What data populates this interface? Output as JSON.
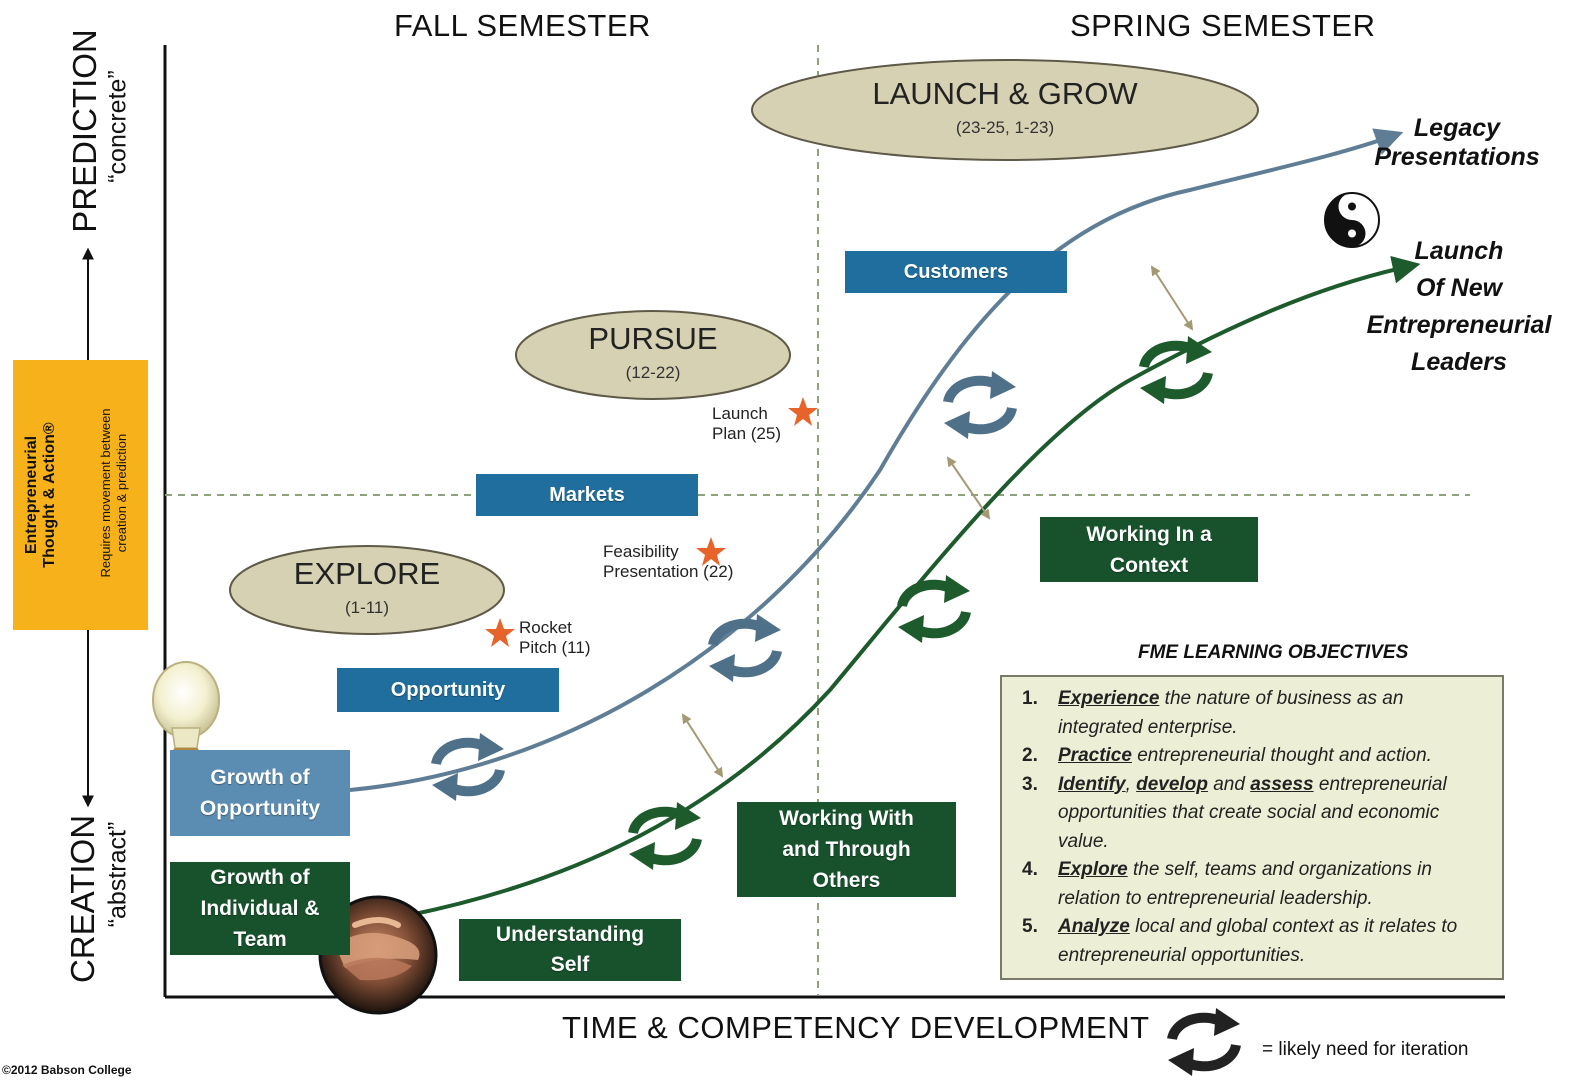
{
  "headers": {
    "fall": "FALL SEMESTER",
    "spring": "SPRING SEMESTER",
    "xaxis": "TIME & COMPETENCY  DEVELOPMENT"
  },
  "yaxis": {
    "top_main": "PREDICTION",
    "top_sub": "“concrete”",
    "bottom_main": "CREATION",
    "bottom_sub": "“abstract”",
    "side_box_line1": "Entrepreneurial",
    "side_box_line2": "Thought & Action®",
    "side_note_line1": "Requires movement between",
    "side_note_line2": "creation & prediction"
  },
  "phases": [
    {
      "name": "EXPLORE",
      "range": "(1-11)"
    },
    {
      "name": "PURSUE",
      "range": "(12-22)"
    },
    {
      "name": "LAUNCH & GROW",
      "range": "(23-25, 1-23)"
    }
  ],
  "blue_boxes": [
    "Opportunity",
    "Markets",
    "Customers"
  ],
  "green_boxes": [
    {
      "line1": "Understanding",
      "line2": "Self"
    },
    {
      "line1": "Working With",
      "line2": "and Through",
      "line3": "Others"
    },
    {
      "line1": "Working In a",
      "line2": "Context"
    }
  ],
  "left_boxes": {
    "opportunity_line1": "Growth of",
    "opportunity_line2": "Opportunity",
    "individual_line1": "Growth of",
    "individual_line2": "Individual &",
    "individual_line3": "Team"
  },
  "milestones": [
    {
      "line1": "Rocket",
      "line2": "Pitch (11)"
    },
    {
      "line1": "Feasibility",
      "line2": "Presentation (22)"
    },
    {
      "line1": "Launch",
      "line2": "Plan (25)"
    }
  ],
  "outcomes": {
    "legacy_line1": "Legacy",
    "legacy_line2": "Presentations",
    "launch_line1": "Launch",
    "launch_line2": "Of New",
    "launch_line3": "Entrepreneurial",
    "launch_line4": "Leaders"
  },
  "objectives": {
    "title": "FME LEARNING OBJECTIVES",
    "items": [
      {
        "num": "1.",
        "verb": "Experience",
        "rest": " the nature of business as an integrated enterprise."
      },
      {
        "num": "2.",
        "verb": "Practice",
        "rest": " entrepreneurial thought and action."
      },
      {
        "num": "3.",
        "verb": "Identify",
        "sep1": ", ",
        "verb2": "develop",
        "sep2": " and ",
        "verb3": "assess",
        "rest": " entrepreneurial opportunities that create social and economic value."
      },
      {
        "num": "4.",
        "verb": "Explore",
        "rest": " the self, teams and organizations in relation to entrepreneurial leadership."
      },
      {
        "num": "5.",
        "verb": "Analyze",
        "rest": " local and global context as it relates to entrepreneurial opportunities."
      }
    ]
  },
  "legend": "= likely need for iteration",
  "copyright": "©2012 Babson College",
  "colors": {
    "blue_box": "#1f6e9e",
    "green_box": "#17522c",
    "steel_box": "#5b8cb2",
    "blue_curve": "#5f7e96",
    "green_curve": "#1d5a2c",
    "oval_fill": "#d7d1b4",
    "side_box": "#f7b21b",
    "star": "#e8632a"
  },
  "icons": [
    "lightbulb-icon",
    "hands-photo",
    "yin-yang-icon",
    "iteration-arrows-icon",
    "star-icon"
  ]
}
